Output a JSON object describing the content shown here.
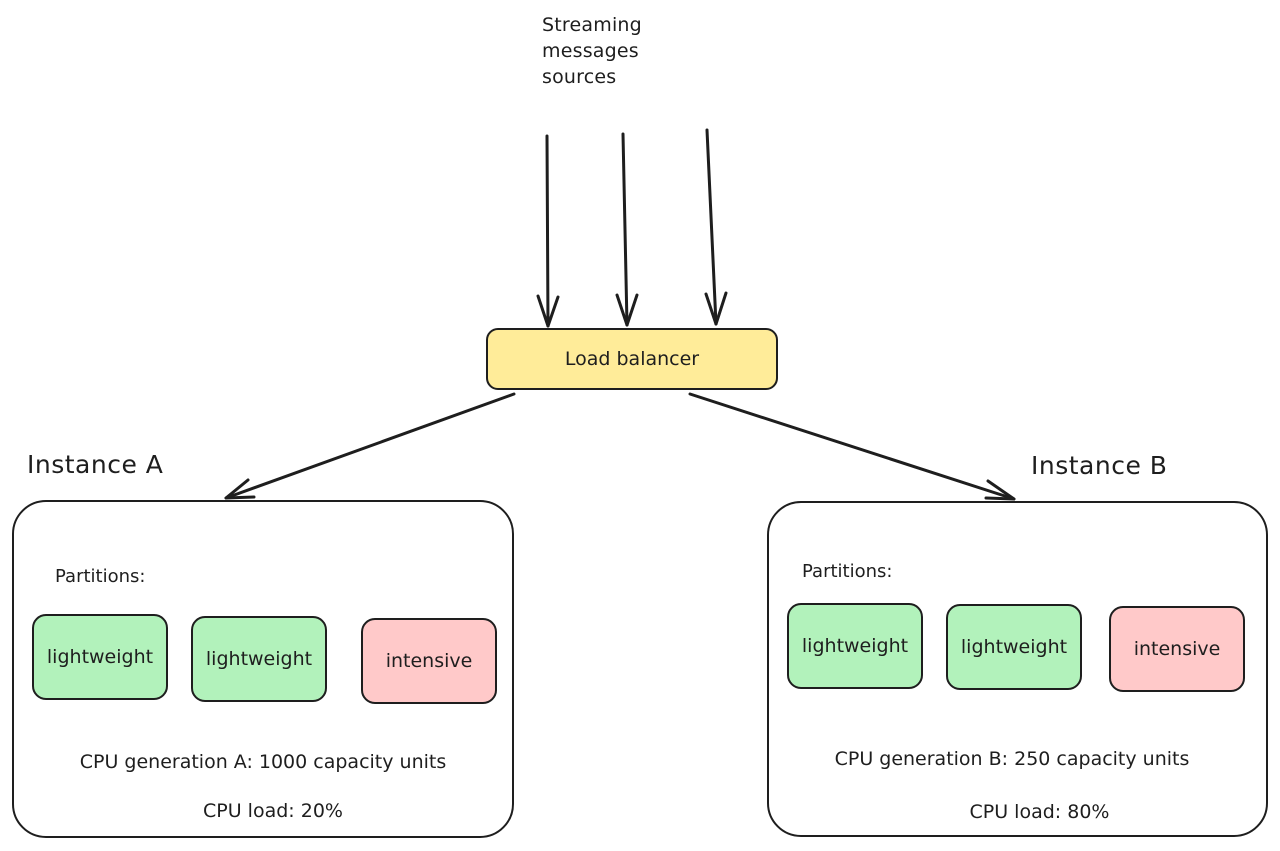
{
  "sources": {
    "label_lines": [
      "Streaming",
      "messages",
      "sources"
    ]
  },
  "load_balancer": {
    "label": "Load balancer",
    "fill_color": "#ffec99"
  },
  "instances": [
    {
      "title": "Instance A",
      "partitions_label": "Partitions:",
      "partitions": [
        {
          "label": "lightweight",
          "kind": "lightweight"
        },
        {
          "label": "lightweight",
          "kind": "lightweight"
        },
        {
          "label": "intensive",
          "kind": "intensive"
        }
      ],
      "cpu_generation": "CPU generation A: 1000 capacity units",
      "cpu_load": "CPU load: 20%"
    },
    {
      "title": "Instance B",
      "partitions_label": "Partitions:",
      "partitions": [
        {
          "label": "lightweight",
          "kind": "lightweight"
        },
        {
          "label": "lightweight",
          "kind": "lightweight"
        },
        {
          "label": "intensive",
          "kind": "intensive"
        }
      ],
      "cpu_generation": "CPU generation B: 250 capacity units",
      "cpu_load": "CPU load: 80%"
    }
  ],
  "colors": {
    "lightweight": "#b2f2bb",
    "intensive": "#ffc9c9",
    "stroke": "#1e1e1e"
  }
}
